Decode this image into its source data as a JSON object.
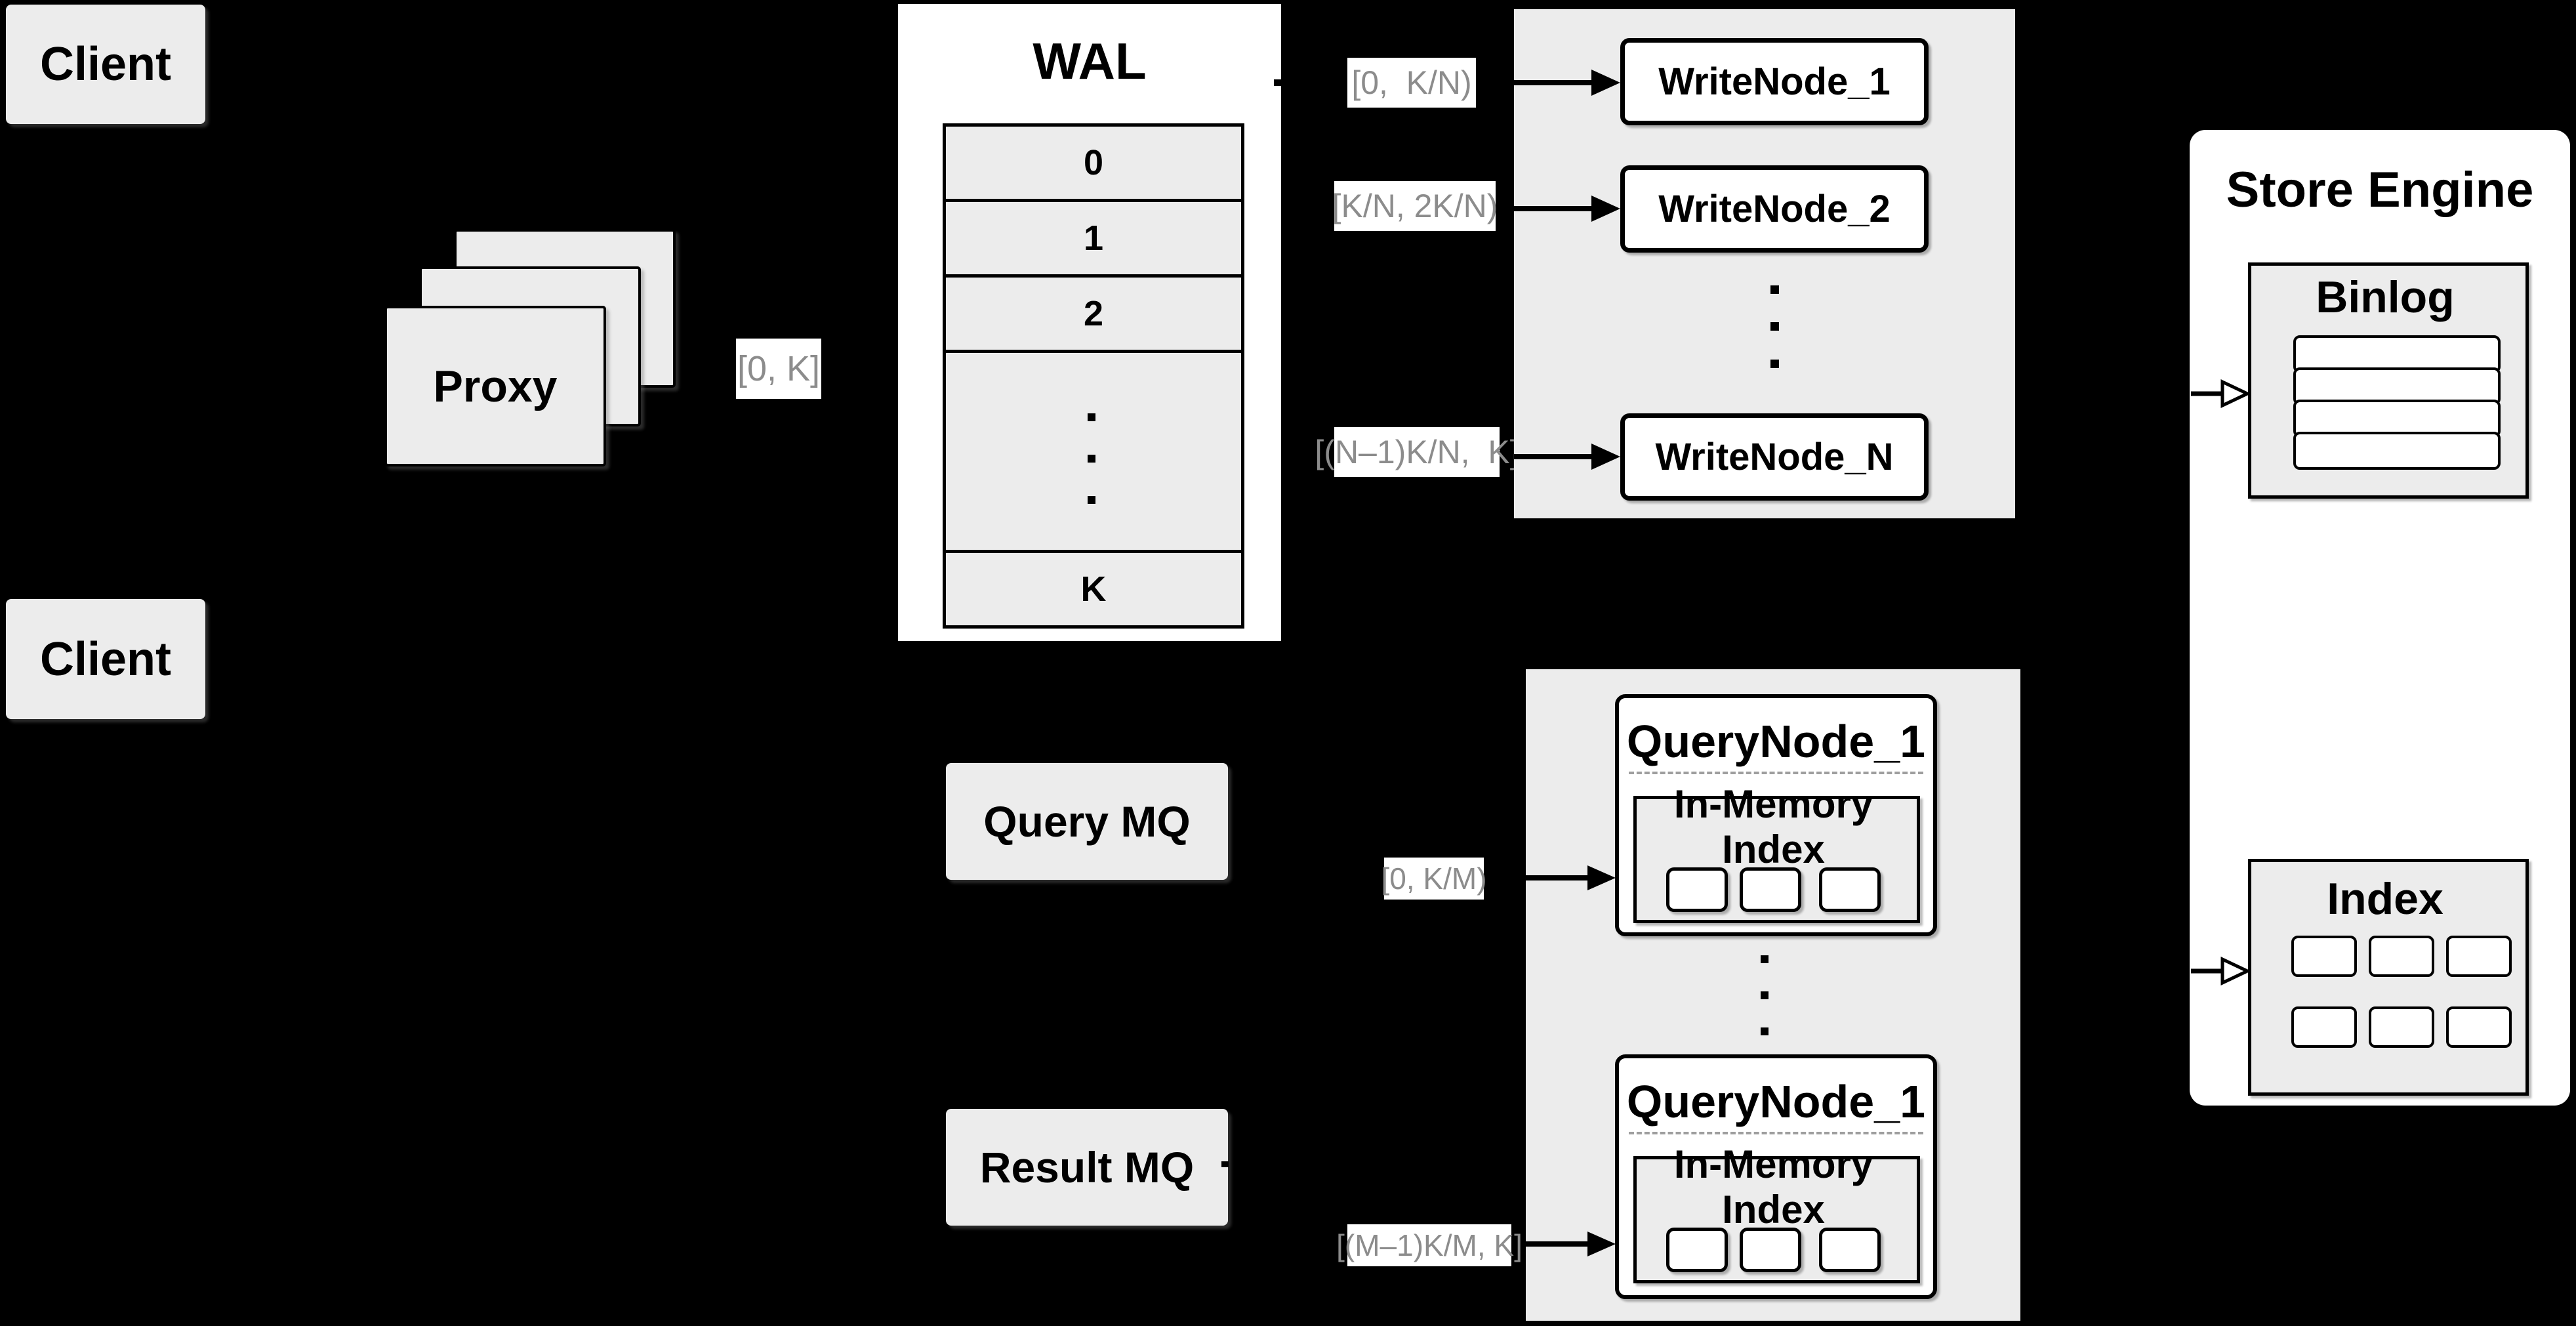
{
  "colors": {
    "background": "#000000",
    "container_fill": "#ececec",
    "node_fill": "#ffffff",
    "line": "#000000",
    "range_label_text": "#8c8c8c"
  },
  "clients": {
    "top": "Client",
    "bottom": "Client"
  },
  "proxy": {
    "label": "Proxy"
  },
  "flow_labels": {
    "proxy_wal": "[0, K]",
    "wn1": "[0,  K/N)",
    "wn2": "[K/N, 2K/N)",
    "wnn": "[(N–1)K/N,  K]",
    "qn1": "[0, K/M)",
    "qnm": "[(M–1)K/M, K]"
  },
  "wal": {
    "title": "WAL",
    "rows": [
      "0",
      "1",
      "2",
      "K"
    ]
  },
  "write_nodes": {
    "items": [
      "WriteNode_1",
      "WriteNode_2",
      "WriteNode_N"
    ]
  },
  "query_nodes": {
    "items": [
      {
        "title": "QueryNode_1",
        "inmem": "In-Memory Index"
      },
      {
        "title": "QueryNode_1",
        "inmem": "In-Memory Index"
      }
    ]
  },
  "mq": {
    "query": "Query MQ",
    "result": "Result MQ"
  },
  "store_engine": {
    "title": "Store Engine",
    "binlog": "Binlog",
    "index": "Index"
  }
}
